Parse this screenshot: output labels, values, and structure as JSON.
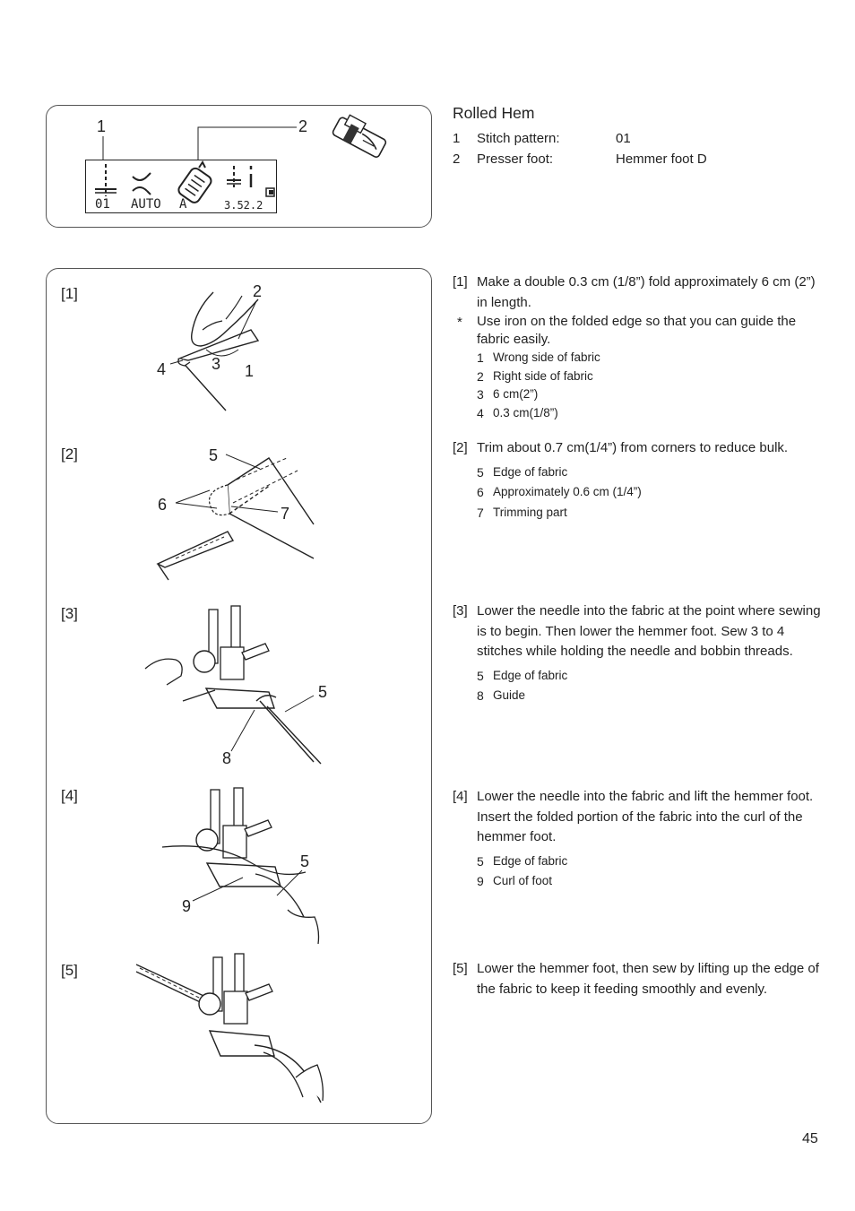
{
  "header": {
    "title": "Rolled Hem",
    "rows": [
      {
        "n": "1",
        "label": "Stitch pattern:",
        "value": "01"
      },
      {
        "n": "2",
        "label": "Presser foot:",
        "value": "Hemmer foot D"
      }
    ]
  },
  "lcd": {
    "callout1": "1",
    "callout2": "2",
    "pattern": "01",
    "mode": "AUTO",
    "foot": "A",
    "settings": "3.52.2"
  },
  "figures": {
    "f1": {
      "label": "[1]",
      "c1": "1",
      "c2": "2",
      "c3": "3",
      "c4": "4"
    },
    "f2": {
      "label": "[2]",
      "c5": "5",
      "c6": "6",
      "c7": "7"
    },
    "f3": {
      "label": "[3]",
      "c5": "5",
      "c8": "8"
    },
    "f4": {
      "label": "[4]",
      "c5": "5",
      "c9": "9"
    },
    "f5": {
      "label": "[5]"
    }
  },
  "steps": [
    {
      "marker": "[1]",
      "text": "Make a double 0.3 cm (1/8”) fold approximately 6 cm (2”) in length.",
      "note_marker": "*",
      "note": "Use iron on the folded edge so that you can guide the fabric easily.",
      "items": [
        {
          "n": "1",
          "t": "Wrong side of fabric"
        },
        {
          "n": "2",
          "t": "Right side of fabric"
        },
        {
          "n": "3",
          "t": "6 cm(2”)"
        },
        {
          "n": "4",
          "t": "0.3 cm(1/8”)"
        }
      ]
    },
    {
      "marker": "[2]",
      "text": "Trim about 0.7 cm(1/4”) from corners to reduce bulk.",
      "items": [
        {
          "n": "5",
          "t": "Edge of fabric"
        },
        {
          "n": "6",
          "t": "Approximately 0.6 cm (1/4”)"
        },
        {
          "n": "7",
          "t": "Trimming part"
        }
      ]
    },
    {
      "marker": "[3]",
      "text": "Lower the needle into the fabric at the point where sewing is to begin. Then lower the hemmer foot. Sew 3 to 4 stitches while holding the needle and bobbin threads.",
      "items": [
        {
          "n": "5",
          "t": "Edge of fabric"
        },
        {
          "n": "8",
          "t": "Guide"
        }
      ]
    },
    {
      "marker": "[4]",
      "text": "Lower the needle into the fabric and lift the hemmer foot. Insert the folded portion of the fabric into the curl of the hemmer foot.",
      "items": [
        {
          "n": "5",
          "t": "Edge of fabric"
        },
        {
          "n": "9",
          "t": "Curl of foot"
        }
      ]
    },
    {
      "marker": "[5]",
      "text": "Lower the hemmer foot, then sew by lifting up the edge of the fabric to keep it feeding smoothly and evenly."
    }
  ],
  "page_number": "45"
}
